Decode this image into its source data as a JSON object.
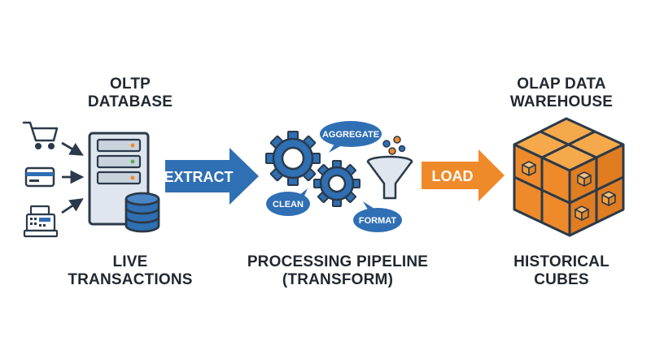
{
  "source": {
    "title_lines": [
      "OLTP",
      "DATABASE"
    ],
    "caption_lines": [
      "LIVE",
      "TRANSACTIONS"
    ],
    "input_icons": [
      "shopping-cart-icon",
      "credit-card-icon",
      "cash-register-icon"
    ]
  },
  "extract_arrow": {
    "label": "EXTRACT"
  },
  "pipeline": {
    "caption_lines": [
      "PROCESSING PIPELINE",
      "(TRANSFORM)"
    ],
    "bubbles": {
      "aggregate": "AGGREGATE",
      "clean": "CLEAN",
      "format": "FORMAT"
    }
  },
  "load_arrow": {
    "label": "LOAD"
  },
  "warehouse": {
    "title_lines": [
      "OLAP DATA",
      "WAREHOUSE"
    ],
    "caption_lines": [
      "HISTORICAL",
      "CUBES"
    ]
  },
  "colors": {
    "outline": "#2b3a4a",
    "blue": "#2f6fb3",
    "blue_dark": "#1f4f86",
    "orange": "#ef8a2a",
    "orange_dark": "#c86f17",
    "server_fill": "#dfe6ee",
    "text": "#222831"
  }
}
